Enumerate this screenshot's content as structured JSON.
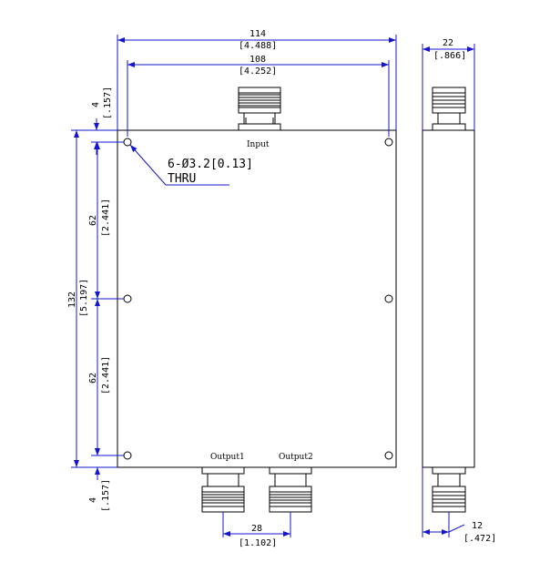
{
  "labels": {
    "input": "Input",
    "output1": "Output1",
    "output2": "Output2"
  },
  "note": {
    "holes": "6-Ø3.2[0.13]",
    "thru": "THRU"
  },
  "dimensions": {
    "overall_width": {
      "mm": "114",
      "in": "[4.488]"
    },
    "hole_spacing_width": {
      "mm": "108",
      "in": "[4.252]"
    },
    "side_width": {
      "mm": "22",
      "in": "[.866]"
    },
    "top_offset": {
      "mm": "4",
      "in": "[.157]"
    },
    "overall_height": {
      "mm": "132",
      "in": "[5.197]"
    },
    "upper_pitch": {
      "mm": "62",
      "in": "[2.441]"
    },
    "lower_pitch": {
      "mm": "62",
      "in": "[2.441]"
    },
    "bottom_offset": {
      "mm": "4",
      "in": "[.157]"
    },
    "output_spacing": {
      "mm": "28",
      "in": "[1.102]"
    },
    "side_connector": {
      "mm": "12",
      "in": "[.472]"
    }
  },
  "colors": {
    "dimension_line": "#1515d0",
    "outline": "#000000"
  }
}
